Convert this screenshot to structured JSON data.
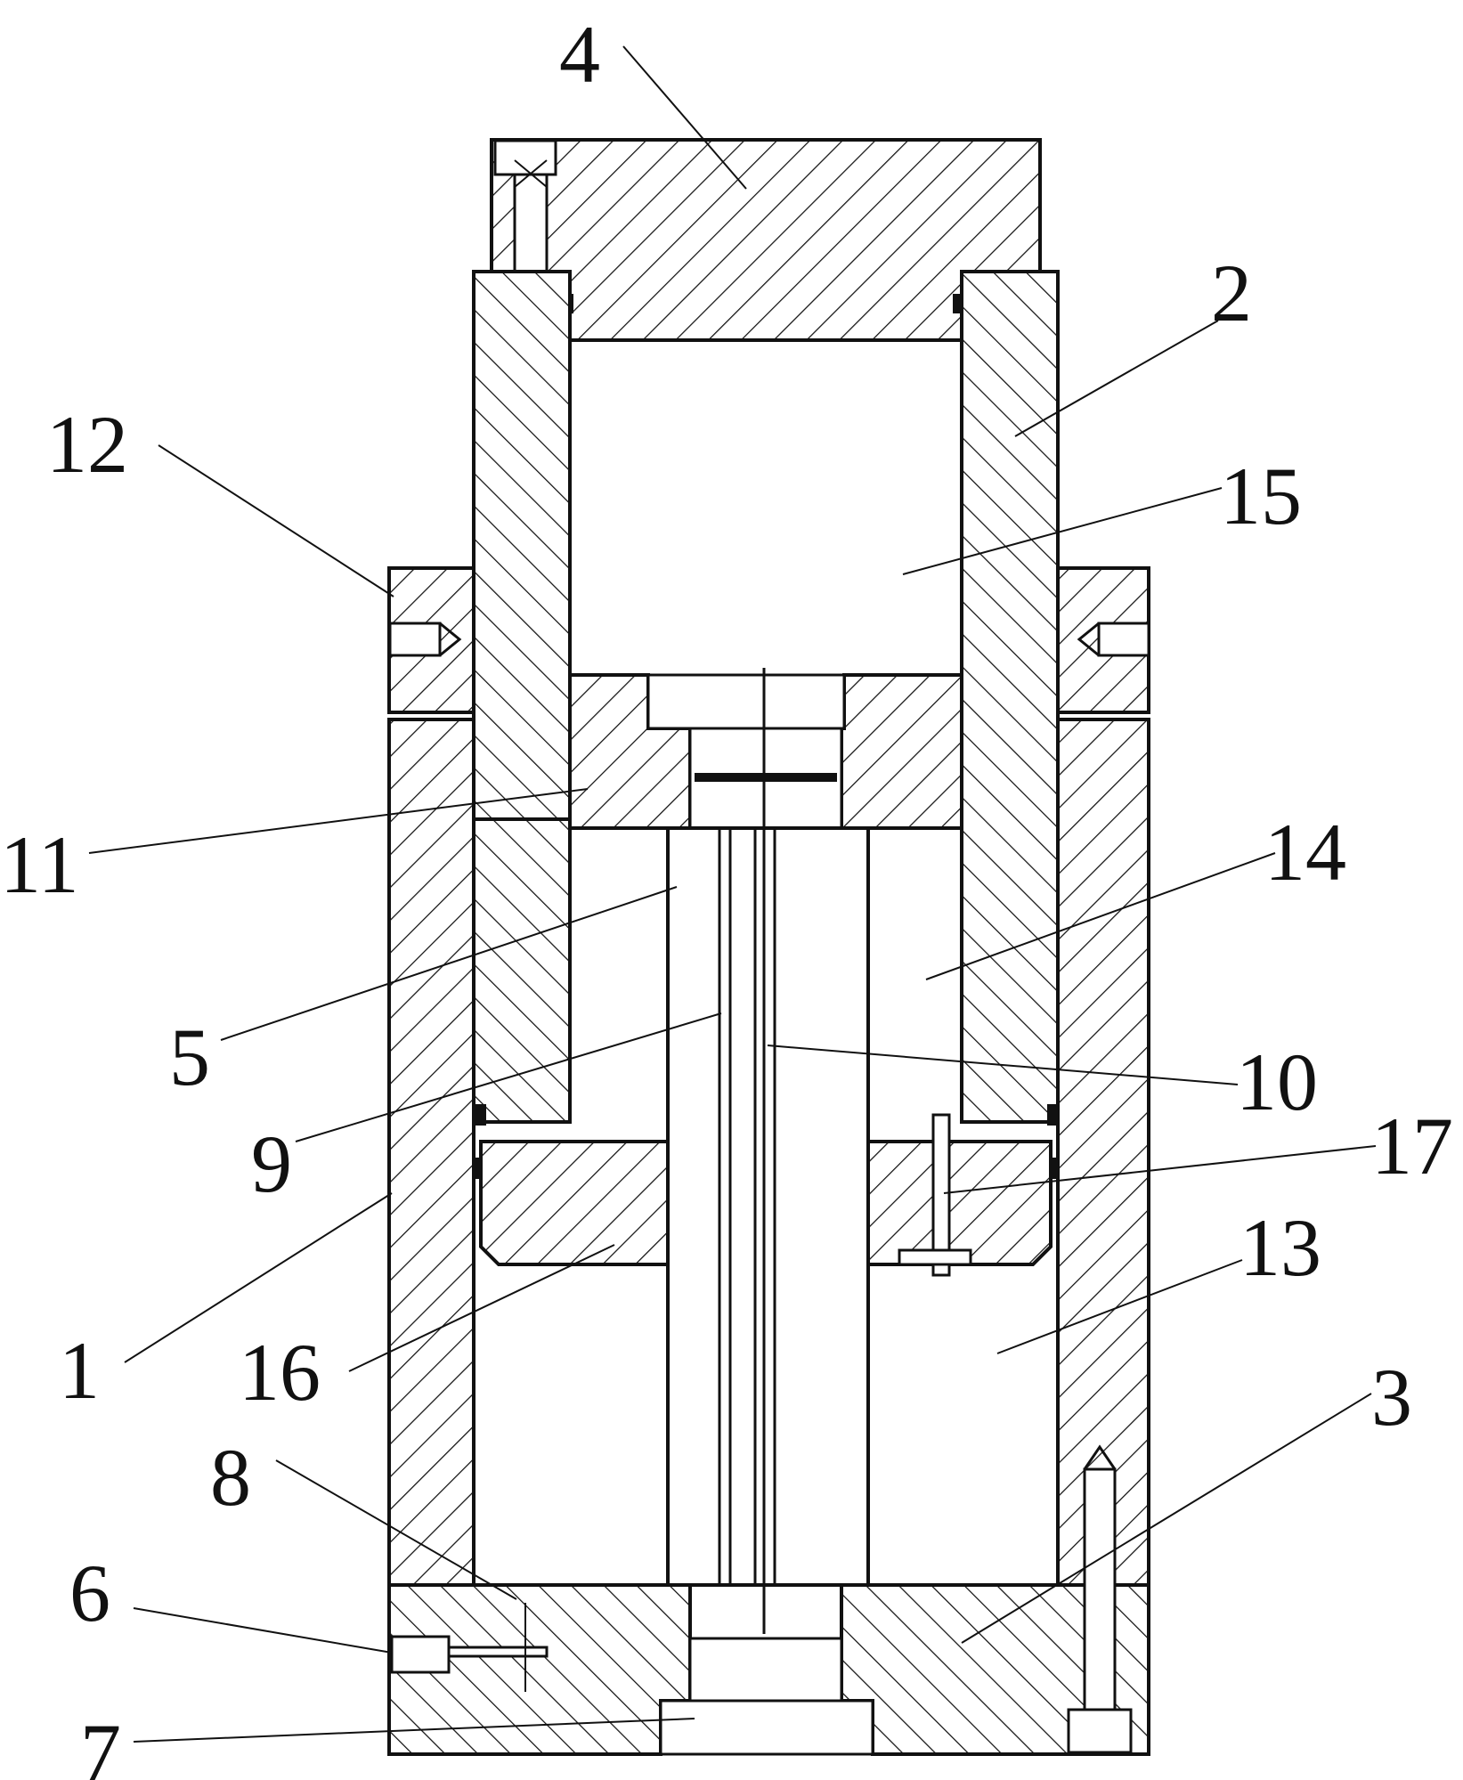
{
  "drawing": {
    "labels": [
      {
        "id": "1",
        "text": "1"
      },
      {
        "id": "2",
        "text": "2"
      },
      {
        "id": "3",
        "text": "3"
      },
      {
        "id": "4",
        "text": "4"
      },
      {
        "id": "5",
        "text": "5"
      },
      {
        "id": "6",
        "text": "6"
      },
      {
        "id": "7",
        "text": "7"
      },
      {
        "id": "8",
        "text": "8"
      },
      {
        "id": "9",
        "text": "9"
      },
      {
        "id": "10",
        "text": "10"
      },
      {
        "id": "11",
        "text": "11"
      },
      {
        "id": "12",
        "text": "12"
      },
      {
        "id": "13",
        "text": "13"
      },
      {
        "id": "14",
        "text": "14"
      },
      {
        "id": "15",
        "text": "15"
      },
      {
        "id": "16",
        "text": "16"
      },
      {
        "id": "17",
        "text": "17"
      }
    ]
  },
  "colors": {
    "line": "#111111",
    "background": "#ffffff"
  }
}
